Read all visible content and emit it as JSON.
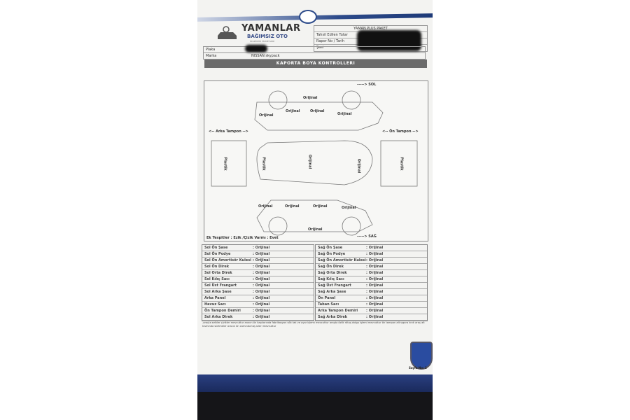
{
  "header": {
    "brand": "YAMANLAR",
    "brand_sub": "BAĞIMSIZ OTO",
    "brand_tag": "EKSPERTİZ HİZMETLERİ",
    "package": "YAMAN PLUS PAKET",
    "info_labels": [
      "Tahsil Edilen Tutar",
      "Rapor No / Tarih",
      "Şasi"
    ],
    "plaka_label": "Plaka",
    "marka_label": "Marka",
    "marka_value": "NISSAN skypack"
  },
  "banner": "KAPORTA BOYA KONTROLLERI",
  "diagram": {
    "sol": "-----> SOL",
    "sag": "-----> SAĞ",
    "arka_tampon": "<-- Arka Tampon -->",
    "on_tampon": "<-- Ön Tampon -->",
    "top_labels": [
      "Orijinal",
      "Orijinal",
      "Orijinal",
      "Orijinal",
      "Orijinal"
    ],
    "roof_labels": [
      "Plastik",
      "Orijinal",
      "Orijinal"
    ],
    "rear": "Plastik",
    "front": "Plastik",
    "bottom_labels": [
      "Orijinal",
      "Orijinal",
      "Orijinal",
      "Orijinal",
      "Orijinal"
    ],
    "ek": "Ek Tespitler : Ezik /Çizik Varmı : Evet"
  },
  "left_table": [
    [
      "Sol Ön Şase",
      ": Orijinal"
    ],
    [
      "Sol Ön Podye",
      ": Orijinal"
    ],
    [
      "Sol Ön Amortisör Kulesi",
      ": Orijinal"
    ],
    [
      "Sol Ön Direk",
      ": Orijinal"
    ],
    [
      "Sol Orta Direk",
      ": Orijinal"
    ],
    [
      "Sol Kılıç Sacı",
      ": Orijinal"
    ],
    [
      "Sol Üst Frangart",
      ": Orijinal"
    ],
    [
      "Sol Arka Şase",
      ": Orijinal"
    ],
    [
      "Arka Panel",
      ": Orijinal"
    ],
    [
      "Havuz Sacı",
      ": Orijinal"
    ],
    [
      "Ön Tampon Demiri",
      ": Orijinal"
    ],
    [
      "Sol Arka Direk",
      ": Orijinal"
    ]
  ],
  "right_table": [
    [
      "Sağ Ön Şase",
      ": Orijinal"
    ],
    [
      "Sağ Ön Podye",
      ": Orijinal"
    ],
    [
      "Sağ Ön Amortisör Kulesi",
      ": Orijinal"
    ],
    [
      "Sağ Ön Direk",
      ": Orijinal"
    ],
    [
      "Sağ Orta Direk",
      ": Orijinal"
    ],
    [
      "Sağ Kılıç Sacı",
      ": Orijinal"
    ],
    [
      "Sağ Üst Frangart",
      ": Orijinal"
    ],
    [
      "Sağ Arka Şase",
      ": Orijinal"
    ],
    [
      "Ön Panel",
      ": Orijinal"
    ],
    [
      "Taban Sacı",
      ": Orijinal"
    ],
    [
      "Arka Tampon Demiri",
      ": Orijinal"
    ],
    [
      "Sağ Arka Direk",
      ": Orijinal"
    ]
  ],
  "note": "-araçta ezikler çizikler mevcuttur aracın ön kapılarında fabrikasyon sök tak ve ayar işlemi mevcuttur araçta özlik rötuş dolgu işlemi mevcuttur ön tampon alt sıgara kırık araç alt kısmında sürtmeler aracın ön camında taş izleri mevcuttur",
  "page_no": "Sayfa No: 1"
}
